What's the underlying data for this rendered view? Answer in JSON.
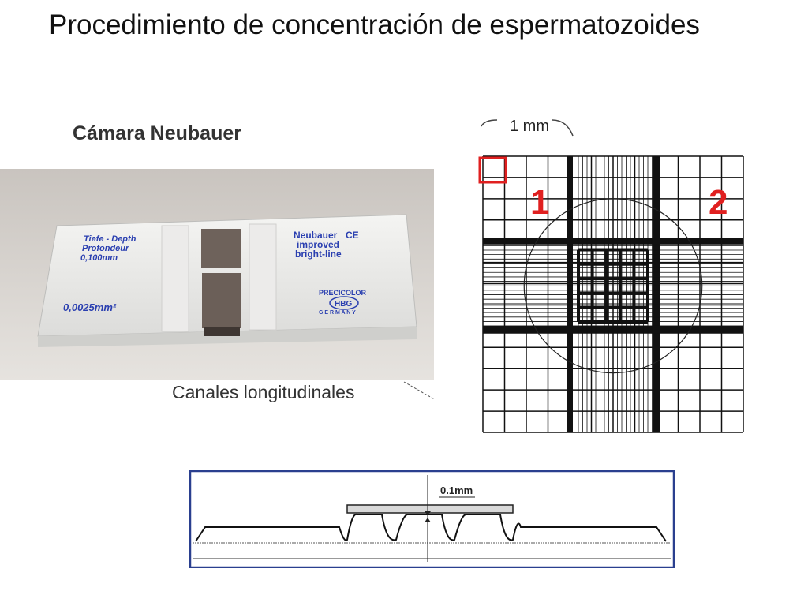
{
  "slide": {
    "title": "Procedimiento de concentración de espermatozoides"
  },
  "labels": {
    "camara": "Cámara Neubauer",
    "canales": "Canales longitudinales",
    "scale_1mm": "1 mm",
    "depth_0_1mm": "0.1mm"
  },
  "photo_text": {
    "depth_line1": "Tiefe - Depth",
    "depth_line2": "Profondeur",
    "depth_line3": "0,100mm",
    "area": "0,0025mm²",
    "brand_line1": "Neubauer",
    "brand_line2": "improved",
    "brand_line3": "bright-line",
    "ce_mark": "CE",
    "maker": "PRECICOLOR",
    "maker_logo": "HBG",
    "country": "G E R M A N Y"
  },
  "grid_markers": {
    "marker_1": "1",
    "marker_2": "2"
  },
  "colors": {
    "marker_red": "#e02020",
    "slide_blue": "#2a3fb0",
    "grid_black": "#111111"
  }
}
